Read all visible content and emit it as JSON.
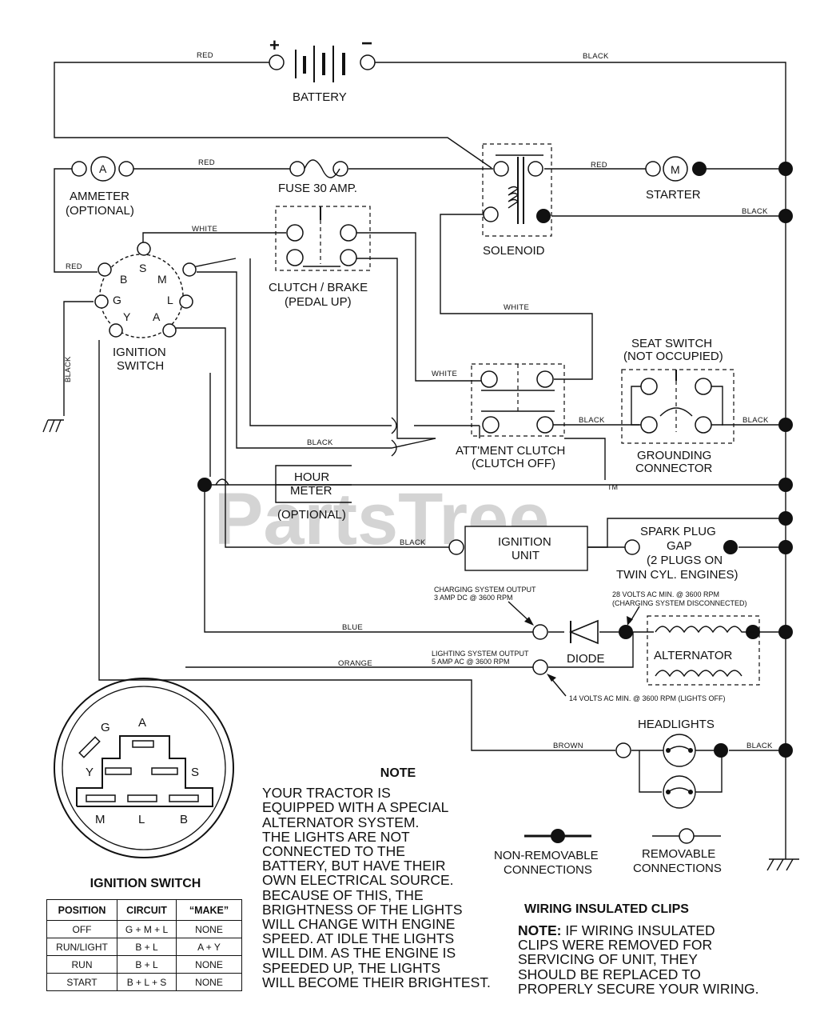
{
  "components": {
    "battery": "BATTERY",
    "battery_pos": "+",
    "battery_neg": "−",
    "ammeter": [
      "AMMETER",
      "(OPTIONAL)"
    ],
    "ammeter_symbol": "A",
    "fuse": "FUSE 30 AMP.",
    "starter": "STARTER",
    "starter_symbol": "M",
    "solenoid": "SOLENOID",
    "clutch_brake": [
      "CLUTCH / BRAKE",
      "(PEDAL UP)"
    ],
    "ignition_switch": [
      "IGNITION",
      "SWITCH"
    ],
    "seat_switch": [
      "SEAT SWITCH",
      "(NOT OCCUPIED)"
    ],
    "grounding_connector": [
      "GROUNDING",
      "CONNECTOR"
    ],
    "attachment_clutch": [
      "ATT'MENT CLUTCH",
      "(CLUTCH OFF)"
    ],
    "hour_meter": [
      "HOUR",
      "METER",
      "(OPTIONAL)"
    ],
    "ignition_unit": [
      "IGNITION",
      "UNIT"
    ],
    "spark_plug": [
      "SPARK PLUG",
      "GAP",
      "(2 PLUGS ON",
      "TWIN CYL. ENGINES)"
    ],
    "diode": "DIODE",
    "alternator": "ALTERNATOR",
    "headlights": "HEADLIGHTS",
    "switch_pins": {
      "S": "S",
      "B": "B",
      "M": "M",
      "G": "G",
      "L": "L",
      "Y": "Y",
      "A": "A"
    }
  },
  "wires": {
    "red_battery": "RED",
    "black_battery": "BLACK",
    "red_ammeter": "RED",
    "red_solenoid_starter": "RED",
    "black_solenoid": "BLACK",
    "white_switch": "WHITE",
    "red_switch": "RED",
    "black_ground": "BLACK",
    "white_solenoid": "WHITE",
    "white_att": "WHITE",
    "black_att": "BLACK",
    "black_att_seat": "BLACK",
    "black_seat": "BLACK",
    "black_ign_unit": "BLACK",
    "blue": "BLUE",
    "orange": "ORANGE",
    "brown": "BROWN",
    "black_headlights": "BLACK"
  },
  "annotations": {
    "charging_output": [
      "CHARGING SYSTEM OUTPUT",
      "3 AMP DC @ 3600 RPM"
    ],
    "volts_28": [
      "28 VOLTS AC MIN. @ 3600 RPM",
      "(CHARGING SYSTEM DISCONNECTED)"
    ],
    "lighting_output": [
      "LIGHTING SYSTEM OUTPUT",
      "5 AMP AC @ 3600 RPM"
    ],
    "volts_14": "14 VOLTS AC MIN. @ 3600 RPM (LIGHTS OFF)"
  },
  "connector_view": {
    "pins": {
      "A": "A",
      "G": "G",
      "Y": "Y",
      "S": "S",
      "M": "M",
      "L": "L",
      "B": "B"
    }
  },
  "legend": {
    "non_removable": [
      "NON-REMOVABLE",
      "CONNECTIONS"
    ],
    "removable": [
      "REMOVABLE",
      "CONNECTIONS"
    ]
  },
  "note": {
    "title": "NOTE",
    "text": "YOUR TRACTOR IS\nEQUIPPED WITH A SPECIAL\nALTERNATOR SYSTEM.\nTHE LIGHTS ARE NOT\nCONNECTED TO THE\nBATTERY, BUT HAVE THEIR\nOWN ELECTRICAL SOURCE.\nBECAUSE OF THIS, THE\nBRIGHTNESS OF THE LIGHTS\nWILL CHANGE WITH ENGINE\nSPEED.  AT IDLE THE LIGHTS\nWILL DIM.  AS THE ENGINE IS\nSPEEDED UP, THE LIGHTS\nWILL BECOME THEIR BRIGHTEST."
  },
  "clips": {
    "title": "WIRING INSULATED CLIPS",
    "lead": "NOTE:",
    "text": " IF WIRING INSULATED\nCLIPS WERE REMOVED FOR\nSERVICING OF UNIT, THEY\nSHOULD BE REPLACED TO\nPROPERLY SECURE YOUR WIRING."
  },
  "ignition_table": {
    "title": "IGNITION SWITCH",
    "headers": [
      "POSITION",
      "CIRCUIT",
      "“MAKE”"
    ],
    "rows": [
      [
        "OFF",
        "G + M + L",
        "NONE"
      ],
      [
        "RUN/LIGHT",
        "B + L",
        "A + Y"
      ],
      [
        "RUN",
        "B + L",
        "NONE"
      ],
      [
        "START",
        "B + L + S",
        "NONE"
      ]
    ]
  },
  "watermark": {
    "text": "PartsTree",
    "tm": "TM"
  }
}
